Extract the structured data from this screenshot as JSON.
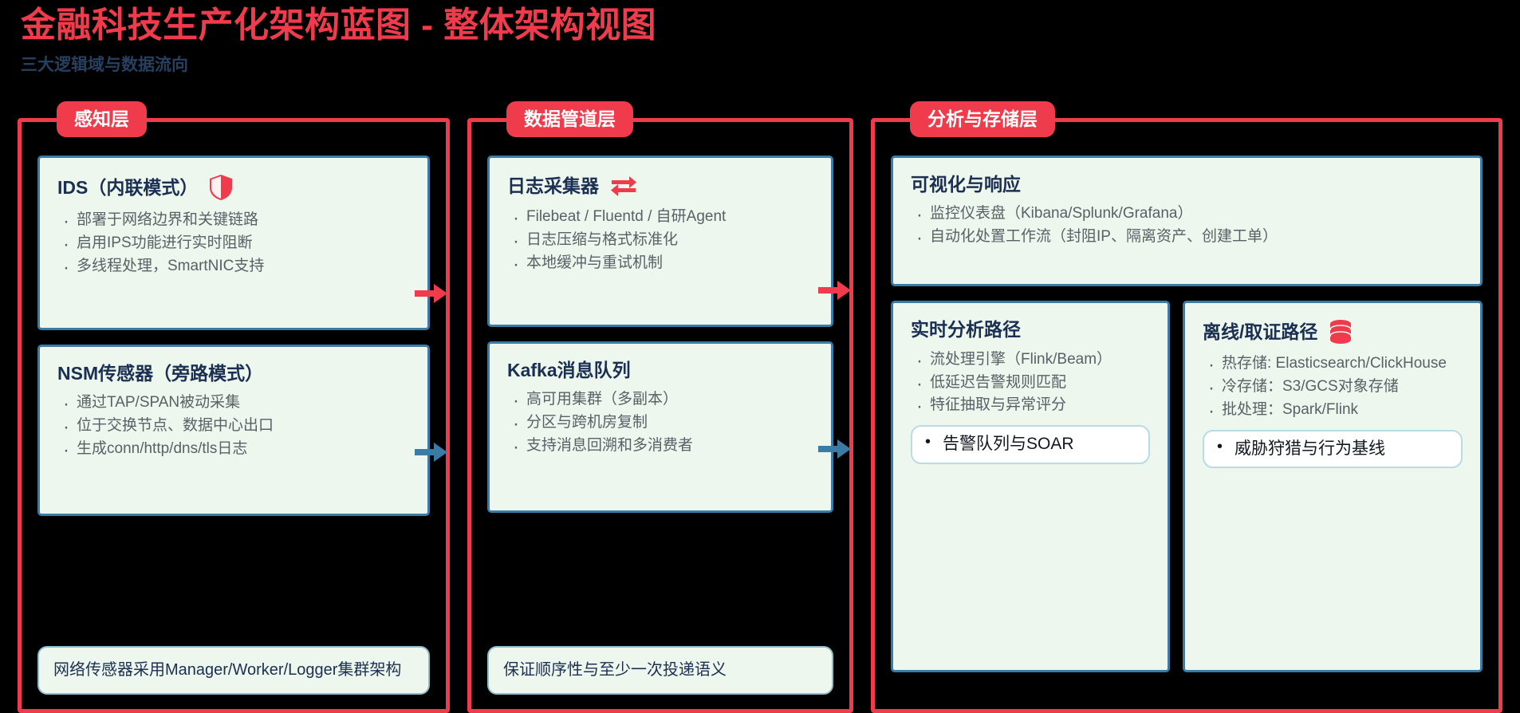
{
  "header": {
    "title": "金融科技生产化架构蓝图 - 整体架构视图",
    "subtitle": "三大逻辑域与数据流向"
  },
  "colors": {
    "accent_red": "#ef3b4b",
    "card_border_blue": "#3a7ca5",
    "title_navy": "#1b2f52",
    "card_bg": "#eef7ee",
    "background": "#000000"
  },
  "panels": [
    {
      "chip": "感知层",
      "cards": [
        {
          "title": "IDS（内联模式）",
          "icon": "shield-icon",
          "bullets": [
            "部署于网络边界和关键链路",
            "启用IPS功能进行实时阻断",
            "多线程处理，SmartNIC支持"
          ]
        },
        {
          "title": "NSM传感器（旁路模式）",
          "icon": null,
          "bullets": [
            "通过TAP/SPAN被动采集",
            "位于交换节点、数据中心出口",
            "生成conn/http/dns/tls日志"
          ]
        }
      ],
      "note": "网络传感器采用Manager/Worker/Logger集群架构"
    },
    {
      "chip": "数据管道层",
      "cards": [
        {
          "title": "日志采集器",
          "icon": "exchange-arrows-icon",
          "bullets": [
            "Filebeat / Fluentd / 自研Agent",
            "日志压缩与格式标准化",
            "本地缓冲与重试机制"
          ]
        },
        {
          "title": "Kafka消息队列",
          "icon": null,
          "bullets": [
            "高可用集群（多副本）",
            "分区与跨机房复制",
            "支持消息回溯和多消费者"
          ]
        }
      ],
      "note": "保证顺序性与至少一次投递语义"
    },
    {
      "chip": "分析与存储层",
      "top_card": {
        "title": "可视化与响应",
        "icon": null,
        "bullets": [
          "监控仪表盘（Kibana/Splunk/Grafana）",
          "自动化处置工作流（封阻IP、隔离资产、创建工单）"
        ]
      },
      "bottom_cards": [
        {
          "title": "实时分析路径",
          "icon": null,
          "bullets": [
            "流处理引擎（Flink/Beam）",
            "低延迟告警规则匹配",
            "特征抽取与异常评分"
          ],
          "pill": "告警队列与SOAR"
        },
        {
          "title": "离线/取证路径",
          "icon": "database-icon",
          "bullets": [
            "热存储: Elasticsearch/ClickHouse",
            "冷存储：S3/GCS对象存储",
            "批处理：Spark/Flink"
          ],
          "pill": "威胁狩猎与行为基线"
        }
      ]
    }
  ],
  "arrows": [
    {
      "name": "arrow-sensing-to-pipeline-top",
      "color": "#ef3b4b"
    },
    {
      "name": "arrow-sensing-to-pipeline-bottom",
      "color": "#3a7ca5"
    },
    {
      "name": "arrow-pipeline-to-analytics-top",
      "color": "#ef3b4b"
    },
    {
      "name": "arrow-pipeline-to-analytics-bottom",
      "color": "#3a7ca5"
    }
  ]
}
